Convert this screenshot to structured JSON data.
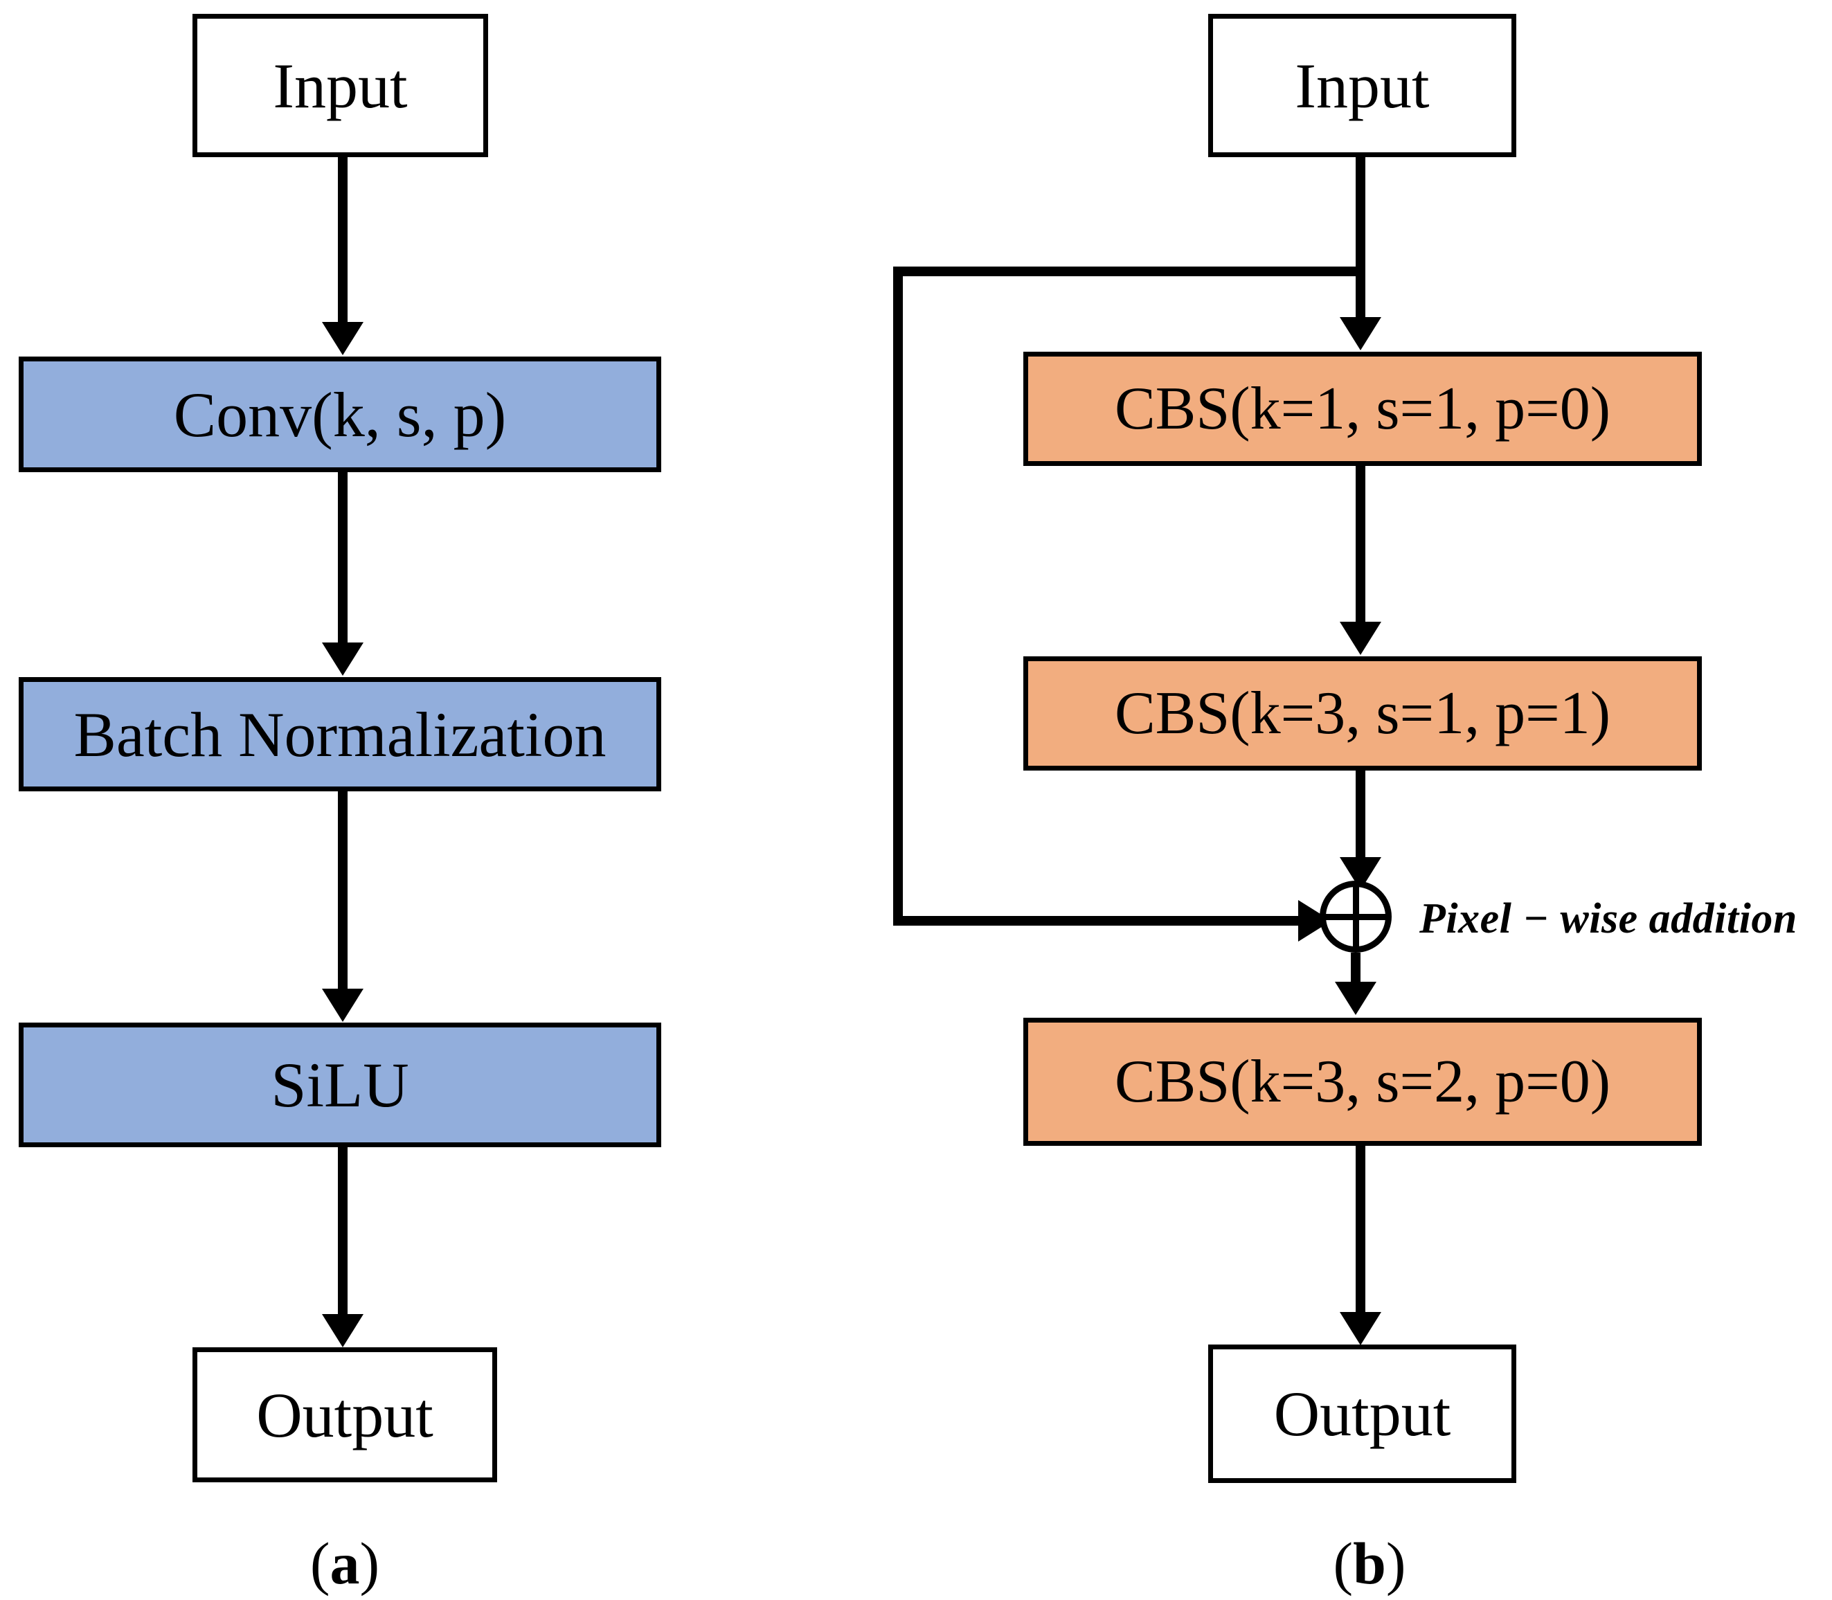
{
  "figure": {
    "colors": {
      "blue_block": "#92AEDC",
      "orange_block": "#F2AD7F",
      "line": "#000000",
      "background": "#FFFFFF",
      "io_block": "#FFFFFF"
    }
  },
  "panel_a": {
    "caption_open": "(",
    "caption_letter": "a",
    "caption_close": ")",
    "nodes": {
      "input": "Input",
      "conv": "Conv(k, s, p)",
      "batch_norm": "Batch Normalization",
      "silu": "SiLU",
      "output": "Output"
    }
  },
  "panel_b": {
    "caption_open": "(",
    "caption_letter": "b",
    "caption_close": ")",
    "nodes": {
      "input": "Input",
      "cbs1": "CBS(k=1, s=1, p=0)",
      "cbs2": "CBS(k=3, s=1, p=1)",
      "cbs3": "CBS(k=3, s=2, p=0)",
      "output": "Output"
    },
    "add_symbol": "⊕",
    "add_label": "Pixel − wise addition"
  }
}
